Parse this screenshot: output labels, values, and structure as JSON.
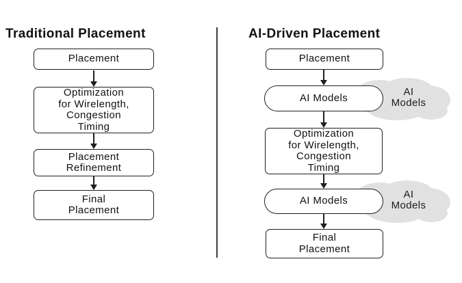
{
  "colors": {
    "background": "#ffffff",
    "node_border": "#1f1f1f",
    "text": "#111111",
    "cloud_fill": "#e1e1e1",
    "divider": "#3d3d3d"
  },
  "left_column": {
    "title": "Traditional Placement",
    "nodes": [
      {
        "label": "Placement",
        "shape": "rect"
      },
      {
        "label": "Optimization\nfor Wirelength,\nCongestion\nTiming",
        "shape": "rect"
      },
      {
        "label": "Placement\nRefinement",
        "shape": "rect"
      },
      {
        "label": "Final\nPlacement",
        "shape": "rect"
      }
    ]
  },
  "right_column": {
    "title": "AI-Driven Placement",
    "nodes": [
      {
        "label": "Placement",
        "shape": "rect"
      },
      {
        "label": "AI Models",
        "shape": "stadium"
      },
      {
        "label": "Optimization\nfor Wirelength,\nCongestion\nTiming",
        "shape": "rect"
      },
      {
        "label": "AI Models",
        "shape": "stadium"
      },
      {
        "label": "Final\nPlacement",
        "shape": "rect"
      }
    ],
    "clouds": [
      {
        "label": "AI\nModels"
      },
      {
        "label": "AI\nModels"
      }
    ]
  }
}
